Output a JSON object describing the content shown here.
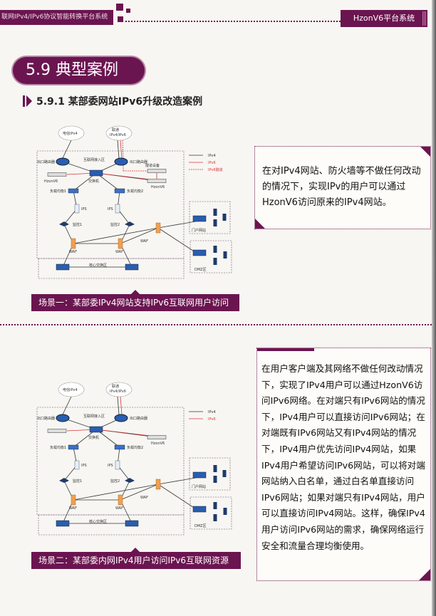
{
  "header": {
    "left_title": "联网IPv4/IPv6协议智能转换平台系统",
    "right_title": "HzonV6平台系统"
  },
  "section": {
    "title": "5.9 典型案例",
    "subtitle": "5.9.1 某部委网站IPv6升级改造案例"
  },
  "scenario1": {
    "caption": "场景一：某部委IPv4网站支持IPv6互联网用户访问",
    "description": "在对IPv4网站、防火墙等不做任何改动的情况下，实现IPv的用户可以通过HzonV6访问原来的IPv4网站。",
    "diagram": {
      "cloud_telecom": "电信IPv4",
      "cloud_unicom_1": "联通",
      "cloud_unicom_2": "IPv4/IPv6",
      "router_left": "出口路由器",
      "access_zone": "互联网接入区",
      "router_right": "出口路由器",
      "tunnel_device": "隧道设备",
      "hzonv6_left": "HzonV6",
      "hzonv6_right": "HzonV6",
      "switch": "交换机",
      "lb1": "负载均衡1",
      "lb2": "负载均衡2",
      "ips1": "IPS",
      "ips2": "IPS",
      "mon1": "监控1",
      "mon2": "监控2",
      "waf1": "WAF",
      "waf2": "WAF",
      "waf3": "WAF",
      "core_zone": "核心交换区",
      "portal": "门户网站",
      "dmz": "DMZ区",
      "legend": [
        "IPv4",
        "IPv6",
        "IPv6隧道"
      ]
    }
  },
  "scenario2": {
    "caption": "场景二：某部委内网IPv4用户访问IPv6互联网资源",
    "description": "在用户客户端及其网络不做任何改动情况下，实现了IPv4用户可以通过HzonV6访问IPv6网络。在对端只有IPv6网站的情况下，IPv4用户可以直接访问IPv6网站；在对端既有IPv6网站又有IPv4网站的情况下，IPv4用户优先访问IPv4网站，如果IPv4用户希望访问IPv6网站，可以将对端网站纳入白名单，通过白名单直接访问IPv6网站；如果对端只有IPv4网站，用户可以直接访问IPv4网站。这样，确保IPv4用户访问IPv6网站的需求，确保网络运行安全和流量合理均衡使用。",
    "diagram": {
      "cloud_telecom": "电信IPv4",
      "cloud_unicom_1": "联通",
      "cloud_unicom_2": "IPv4/IPv6",
      "router_left": "出口路由器",
      "access_zone": "互联网接入区",
      "router_right": "出口路由器",
      "hzonv6_right": "HzonV6",
      "switch": "交换机",
      "lb1": "负载均衡1",
      "lb2": "负载均衡2",
      "ips1": "IPS",
      "ips2": "IPS",
      "mon1": "监控1",
      "mon2": "监控2",
      "waf1": "WAF",
      "waf2": "WAF",
      "waf3": "WAF",
      "core_zone": "核心交换区",
      "portal": "门户网站",
      "dmz": "DMZ区",
      "legend": [
        "IPv4",
        "IPv6"
      ]
    }
  },
  "colors": {
    "brand": "#6b1550",
    "ipv6": "#d9343a",
    "device": "#2a5db0"
  }
}
